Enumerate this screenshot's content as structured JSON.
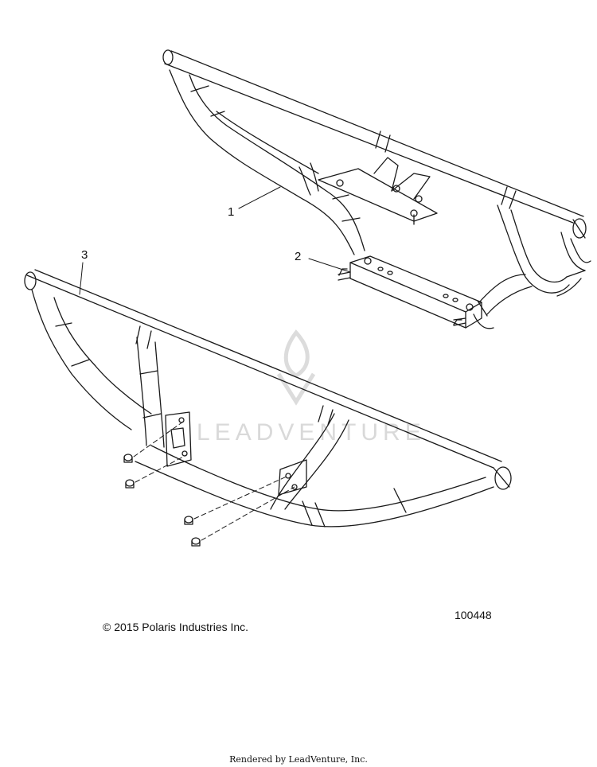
{
  "callouts": [
    {
      "id": "1",
      "label": "1"
    },
    {
      "id": "2",
      "label": "2"
    },
    {
      "id": "3",
      "label": "3"
    }
  ],
  "watermark": {
    "text": "LEADVENTURE"
  },
  "copyright": "© 2015 Polaris Industries Inc.",
  "figure_number": "100448",
  "footer": "Rendered by LeadVenture, Inc.",
  "colors": {
    "line": "#1a1a1a",
    "watermark": "#d9d9d9",
    "background": "#ffffff"
  }
}
